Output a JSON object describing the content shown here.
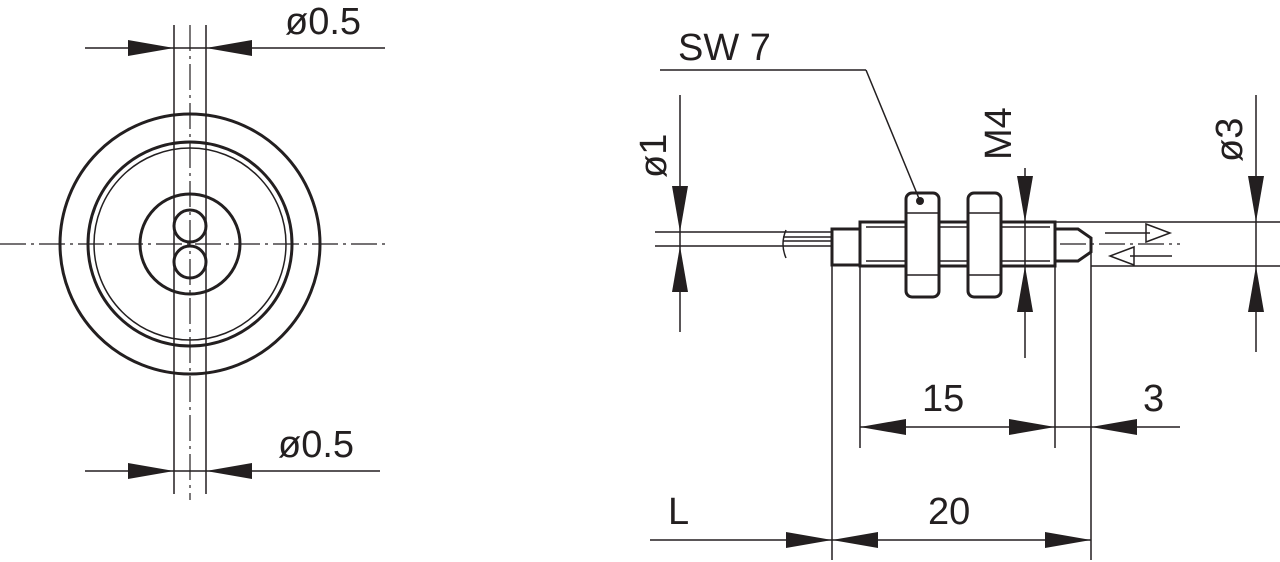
{
  "front_view": {
    "dim_top": "ø0.5",
    "dim_bottom": "ø0.5"
  },
  "side_view": {
    "wrench_size": "SW 7",
    "dim_cable": "ø1",
    "dim_thread": "M4",
    "dim_tip": "ø3",
    "dim_thread_len": "15",
    "dim_tip_len": "3",
    "dim_cable_len": "L",
    "dim_total_len": "20"
  },
  "colors": {
    "line": "#231f20",
    "background": "#ffffff"
  }
}
